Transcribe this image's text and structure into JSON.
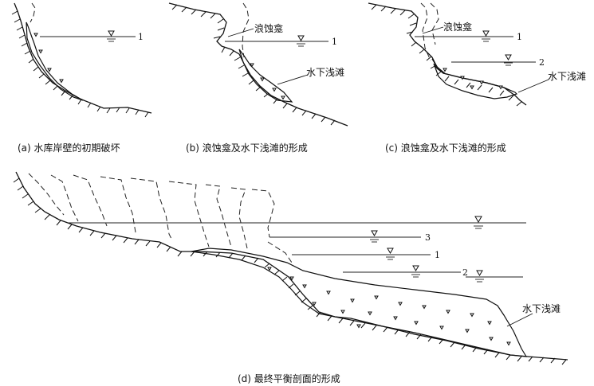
{
  "panels": {
    "a": {
      "caption": "(a) 水库岸壁的初期破坏",
      "level_1": "1"
    },
    "b": {
      "caption": "(b) 浪蚀龛及水下浅滩的形成",
      "notch": "浪蚀龛",
      "shoal": "水下浅滩",
      "level_1": "1"
    },
    "c": {
      "caption": "(c) 浪蚀龛及水下浅滩的形成",
      "notch": "浪蚀龛",
      "shoal": "水下浅滩",
      "level_1": "1",
      "level_2": "2"
    },
    "d": {
      "caption": "(d) 最终平衡剖面的形成",
      "shoal": "水下浅滩",
      "level_3": "3",
      "level_1": "1",
      "level_2": "2"
    }
  }
}
